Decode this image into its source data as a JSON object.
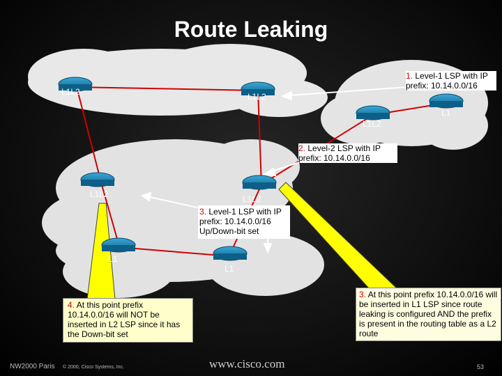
{
  "title": "Route Leaking",
  "routers": {
    "r_top_left": "L1L2",
    "r_top_mid": "L1L2",
    "r_right_l1": "L1",
    "r_right_l1l2": "L1L2",
    "r_mid_left": "L1L2",
    "r_mid_center": "L1L2",
    "r_bottom_left": "L1",
    "r_bottom_center": "L1"
  },
  "callouts": {
    "c1": {
      "num": "1.",
      "text": "Level-1 LSP with IP prefix: 10.14.0.0/16"
    },
    "c2": {
      "num": "2.",
      "text": "Level-2 LSP with IP prefix: 10.14.0.0/16"
    },
    "c3": {
      "num": "3.",
      "text": "Level-1 LSP with IP prefix: 10.14.0.0/16 Up/Down-bit set"
    },
    "c4": {
      "num": "4.",
      "text": "At this point prefix 10.14.0.0/16 will NOT be inserted in L2 LSP since it has the Down-bit set"
    },
    "c5": {
      "num": "3.",
      "text": "At this point prefix 10.14.0.0/16 will be inserted in L1 LSP since route leaking is configured AND the prefix is present in the routing table as a L2 route"
    }
  },
  "footer": {
    "left": "NW2000 Paris",
    "copyright": "© 2000, Cisco Systems, Inc.",
    "site": "www.cisco.com",
    "page": "53"
  },
  "colors": {
    "link": "#d00000",
    "cloud": "#e6e6e6",
    "router": "#1a7fae",
    "callout_pointer": "#ffff00"
  }
}
